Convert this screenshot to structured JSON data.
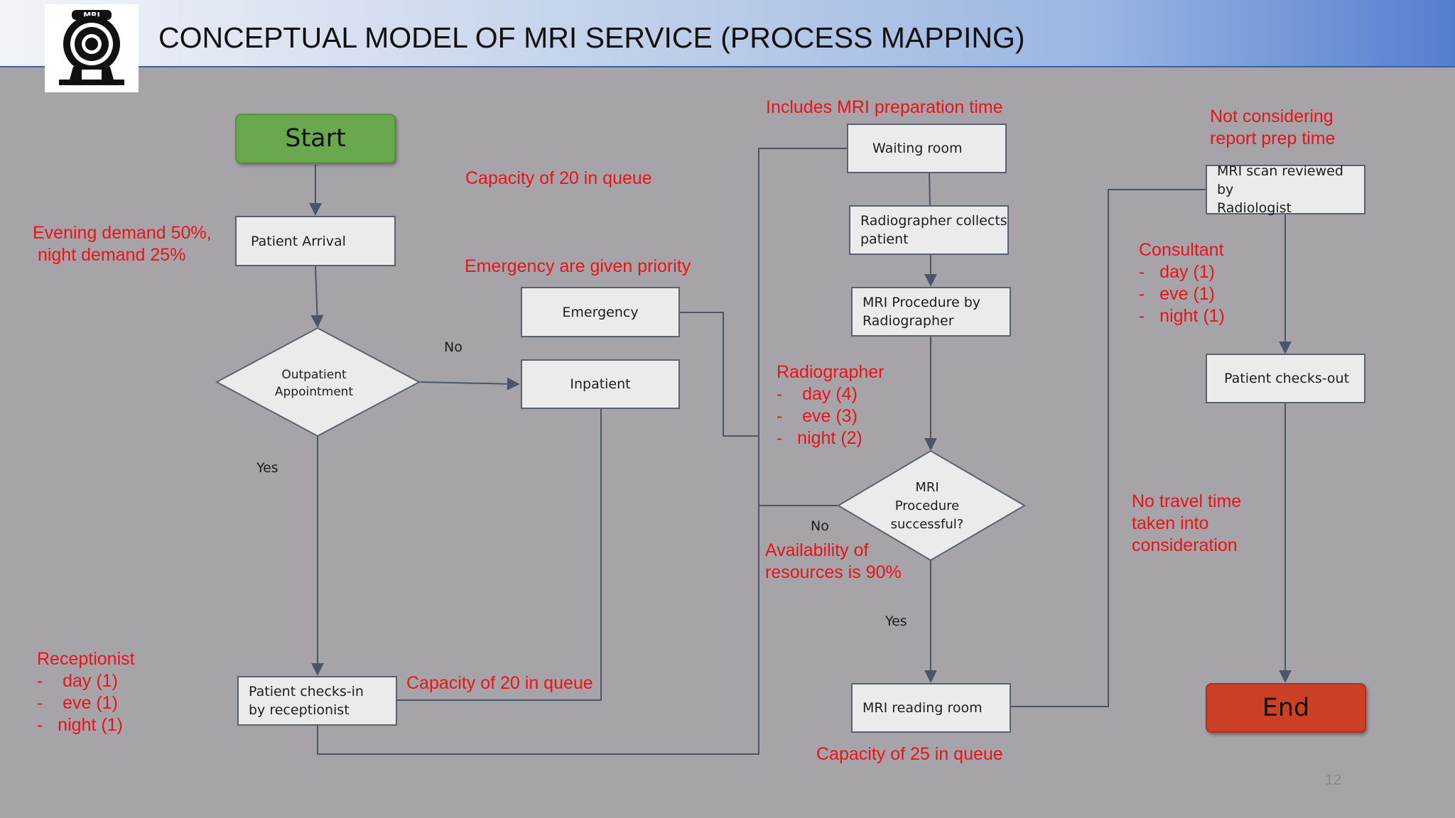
{
  "slide": {
    "title": "CONCEPTUAL MODEL OF MRI SERVICE (PROCESS MAPPING)",
    "page_number": "12",
    "logo_text": "MRI"
  },
  "nodes": {
    "start": "Start",
    "end": "End",
    "patient_arrival": "Patient Arrival",
    "outpatient_appointment": "Outpatient\nAppointment",
    "emergency": "Emergency",
    "inpatient": "Inpatient",
    "patient_checks_in": "Patient checks-in\nby receptionist",
    "waiting_room": "Waiting room",
    "radiographer_collects": "Radiographer collects\npatient",
    "mri_procedure": "MRI Procedure by\nRadiographer",
    "mri_successful": "MRI\nProcedure\nsuccessful?",
    "mri_reading_room": "MRI reading room",
    "scan_reviewed": "MRI scan reviewed by\nRadiologist",
    "patient_checks_out": "Patient checks-out"
  },
  "edge_labels": {
    "outpatient_no": "No",
    "outpatient_yes": "Yes",
    "mri_no": "No",
    "mri_yes": "Yes"
  },
  "annotations": {
    "prep_time": "Includes MRI preparation time",
    "report_prep": "Not considering\nreport prep time",
    "capacity_20_top": "Capacity of 20 in queue",
    "demand": "Evening demand 50%,\n night demand 25%",
    "emergency_priority": "Emergency are given priority",
    "consultant": "Consultant\n-   day (1)\n-   eve (1)\n-   night (1)",
    "radiographer": "Radiographer\n-    day (4)\n-    eve (3)\n-   night (2)",
    "travel": "No travel time\ntaken into\nconsideration",
    "availability": "Availability of\nresources is 90%",
    "receptionist": "Receptionist\n-    day (1)\n-    eve (1)\n-   night (1)",
    "capacity_20_bottom": "Capacity of 20 in queue",
    "capacity_25": "Capacity of 25 in queue"
  },
  "colors": {
    "note_red": "#e8141a",
    "start_green": "#6aa84f",
    "end_red": "#cc4125",
    "connector": "#4b5568"
  }
}
